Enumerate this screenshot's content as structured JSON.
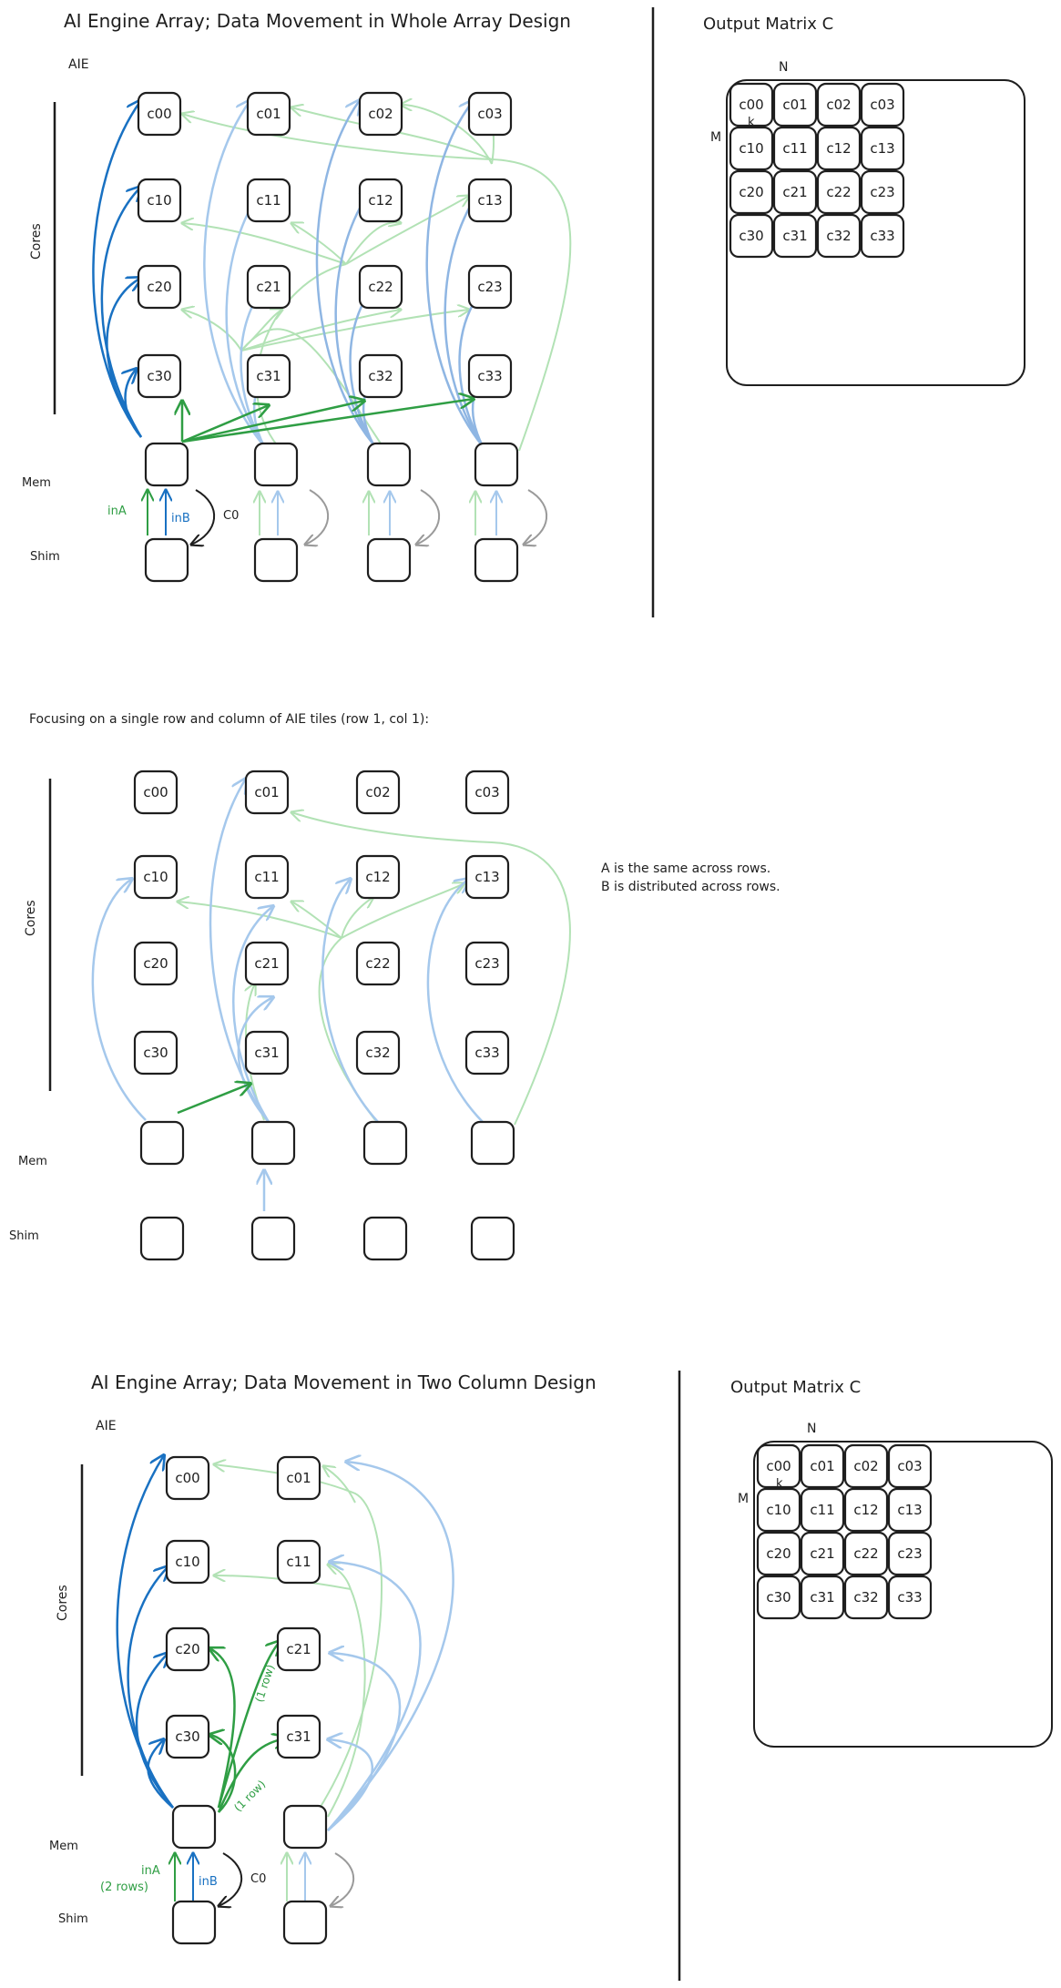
{
  "section1": {
    "title": "AI Engine Array; Data Movement in Whole Array Design",
    "aie_label": "AIE",
    "cores_label": "Cores",
    "mem_label": "Mem",
    "shim_label": "Shim",
    "inA_label": "inA",
    "inB_label": "inB",
    "c0_label": "C0",
    "output_title": "Output Matrix C"
  },
  "section2": {
    "caption": "Focusing on a single row and column of AIE tiles (row 1, col 1):",
    "cores_label": "Cores",
    "mem_label": "Mem",
    "shim_label": "Shim",
    "note_line1": "A is the same across rows.",
    "note_line2": "B is distributed across rows."
  },
  "section3": {
    "title": "AI Engine Array; Data Movement in Two Column Design",
    "aie_label": "AIE",
    "cores_label": "Cores",
    "mem_label": "Mem",
    "shim_label": "Shim",
    "inA_label": "inA",
    "inA_sub": "(2 rows)",
    "inB_label": "inB",
    "c0_label": "C0",
    "row_label_a": "(1 row)",
    "row_label_b": "(1 row)",
    "output_title": "Output Matrix C"
  },
  "matrix": {
    "n_label": "N",
    "m_label": "M",
    "k_label": "k",
    "cells": [
      [
        "c00",
        "c01",
        "c02",
        "c03"
      ],
      [
        "c10",
        "c11",
        "c12",
        "c13"
      ],
      [
        "c20",
        "c21",
        "c22",
        "c23"
      ],
      [
        "c30",
        "c31",
        "c32",
        "c33"
      ]
    ]
  },
  "tiles": {
    "cores": [
      [
        "c00",
        "c01",
        "c02",
        "c03"
      ],
      [
        "c10",
        "c11",
        "c12",
        "c13"
      ],
      [
        "c20",
        "c21",
        "c22",
        "c23"
      ],
      [
        "c30",
        "c31",
        "c32",
        "c33"
      ]
    ]
  },
  "colors": {
    "ink": "#1e1e1e",
    "blue_strong": "#1971c2",
    "blue_light": "#a5c8ec",
    "green_strong": "#2f9e44",
    "green_light": "#b2e2b5",
    "gray": "#9a9a9a"
  }
}
